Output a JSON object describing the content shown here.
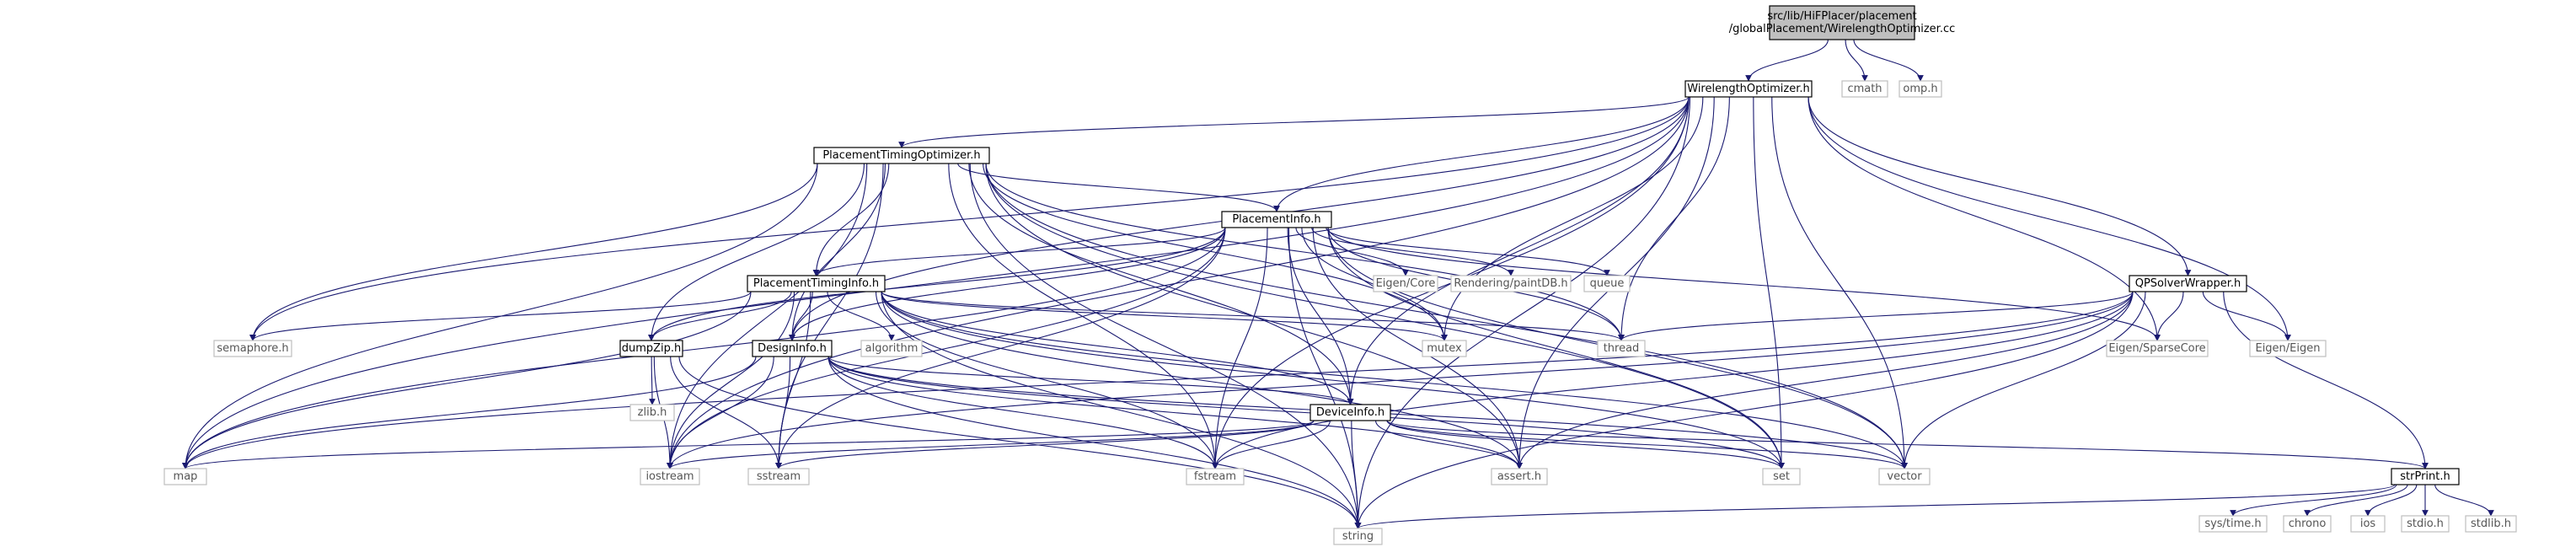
{
  "graph": {
    "colors": {
      "edge": "#191970",
      "root_fill": "#bfbfbf",
      "root_stroke": "#000000",
      "internal_stroke": "#000000",
      "external_stroke": "#bfbfbf",
      "external_text": "#555555",
      "internal_text": "#000000"
    },
    "nodes": [
      {
        "id": "root",
        "kind": "root",
        "lines": [
          "src/lib/HiFPlacer/placement",
          "/globalPlacement/WirelengthOptimizer.cc"
        ]
      },
      {
        "id": "wlo",
        "kind": "internal",
        "lines": [
          "WirelengthOptimizer.h"
        ]
      },
      {
        "id": "cmath",
        "kind": "external",
        "lines": [
          "cmath"
        ]
      },
      {
        "id": "omp",
        "kind": "external",
        "lines": [
          "omp.h"
        ]
      },
      {
        "id": "pto",
        "kind": "internal",
        "lines": [
          "PlacementTimingOptimizer.h"
        ]
      },
      {
        "id": "pi",
        "kind": "internal",
        "lines": [
          "PlacementInfo.h"
        ]
      },
      {
        "id": "qps",
        "kind": "internal",
        "lines": [
          "QPSolverWrapper.h"
        ]
      },
      {
        "id": "pti",
        "kind": "internal",
        "lines": [
          "PlacementTimingInfo.h"
        ]
      },
      {
        "id": "eigencore",
        "kind": "external",
        "lines": [
          "Eigen/Core"
        ]
      },
      {
        "id": "paintdb",
        "kind": "external",
        "lines": [
          "Rendering/paintDB.h"
        ]
      },
      {
        "id": "queue",
        "kind": "external",
        "lines": [
          "queue"
        ]
      },
      {
        "id": "semaphore",
        "kind": "external",
        "lines": [
          "semaphore.h"
        ]
      },
      {
        "id": "dumpzip",
        "kind": "internal",
        "lines": [
          "dumpZip.h"
        ]
      },
      {
        "id": "designinfo",
        "kind": "internal",
        "lines": [
          "DesignInfo.h"
        ]
      },
      {
        "id": "algorithm",
        "kind": "external",
        "lines": [
          "algorithm"
        ]
      },
      {
        "id": "mutex",
        "kind": "external",
        "lines": [
          "mutex"
        ]
      },
      {
        "id": "thread",
        "kind": "external",
        "lines": [
          "thread"
        ]
      },
      {
        "id": "eigensparse",
        "kind": "external",
        "lines": [
          "Eigen/SparseCore"
        ]
      },
      {
        "id": "eigeneigen",
        "kind": "external",
        "lines": [
          "Eigen/Eigen"
        ]
      },
      {
        "id": "zlib",
        "kind": "external",
        "lines": [
          "zlib.h"
        ]
      },
      {
        "id": "deviceinfo",
        "kind": "internal",
        "lines": [
          "DeviceInfo.h"
        ]
      },
      {
        "id": "map",
        "kind": "external",
        "lines": [
          "map"
        ]
      },
      {
        "id": "iostream",
        "kind": "external",
        "lines": [
          "iostream"
        ]
      },
      {
        "id": "sstream",
        "kind": "external",
        "lines": [
          "sstream"
        ]
      },
      {
        "id": "fstream",
        "kind": "external",
        "lines": [
          "fstream"
        ]
      },
      {
        "id": "assert",
        "kind": "external",
        "lines": [
          "assert.h"
        ]
      },
      {
        "id": "set",
        "kind": "external",
        "lines": [
          "set"
        ]
      },
      {
        "id": "vector",
        "kind": "external",
        "lines": [
          "vector"
        ]
      },
      {
        "id": "strprint",
        "kind": "internal",
        "lines": [
          "strPrint.h"
        ]
      },
      {
        "id": "string",
        "kind": "external",
        "lines": [
          "string"
        ]
      },
      {
        "id": "systime",
        "kind": "external",
        "lines": [
          "sys/time.h"
        ]
      },
      {
        "id": "chrono",
        "kind": "external",
        "lines": [
          "chrono"
        ]
      },
      {
        "id": "ios",
        "kind": "external",
        "lines": [
          "ios"
        ]
      },
      {
        "id": "stdio",
        "kind": "external",
        "lines": [
          "stdio.h"
        ]
      },
      {
        "id": "stdlib",
        "kind": "external",
        "lines": [
          "stdlib.h"
        ]
      }
    ],
    "edges": [
      [
        "root",
        "wlo"
      ],
      [
        "root",
        "cmath"
      ],
      [
        "root",
        "omp"
      ],
      [
        "wlo",
        "pto"
      ],
      [
        "wlo",
        "pi"
      ],
      [
        "wlo",
        "qps"
      ],
      [
        "wlo",
        "map"
      ],
      [
        "wlo",
        "iostream"
      ],
      [
        "wlo",
        "designinfo"
      ],
      [
        "wlo",
        "fstream"
      ],
      [
        "wlo",
        "thread"
      ],
      [
        "wlo",
        "mutex"
      ],
      [
        "wlo",
        "assert"
      ],
      [
        "wlo",
        "set"
      ],
      [
        "wlo",
        "vector"
      ],
      [
        "wlo",
        "string"
      ],
      [
        "wlo",
        "eigensparse"
      ],
      [
        "wlo",
        "eigeneigen"
      ],
      [
        "wlo",
        "deviceinfo"
      ],
      [
        "wlo",
        "semaphore"
      ],
      [
        "pto",
        "pi"
      ],
      [
        "pto",
        "pti"
      ],
      [
        "pto",
        "semaphore"
      ],
      [
        "pto",
        "dumpzip"
      ],
      [
        "pto",
        "designinfo"
      ],
      [
        "pto",
        "deviceinfo"
      ],
      [
        "pto",
        "mutex"
      ],
      [
        "pto",
        "thread"
      ],
      [
        "pto",
        "map"
      ],
      [
        "pto",
        "iostream"
      ],
      [
        "pto",
        "sstream"
      ],
      [
        "pto",
        "fstream"
      ],
      [
        "pto",
        "assert"
      ],
      [
        "pto",
        "set"
      ],
      [
        "pto",
        "vector"
      ],
      [
        "pto",
        "string"
      ],
      [
        "pi",
        "pti"
      ],
      [
        "pi",
        "eigencore"
      ],
      [
        "pi",
        "paintdb"
      ],
      [
        "pi",
        "queue"
      ],
      [
        "pi",
        "thread"
      ],
      [
        "pi",
        "mutex"
      ],
      [
        "pi",
        "designinfo"
      ],
      [
        "pi",
        "deviceinfo"
      ],
      [
        "pi",
        "dumpzip"
      ],
      [
        "pi",
        "eigensparse"
      ],
      [
        "pi",
        "map"
      ],
      [
        "pi",
        "iostream"
      ],
      [
        "pi",
        "sstream"
      ],
      [
        "pi",
        "fstream"
      ],
      [
        "pi",
        "assert"
      ],
      [
        "pi",
        "set"
      ],
      [
        "pi",
        "vector"
      ],
      [
        "pi",
        "string"
      ],
      [
        "pti",
        "semaphore"
      ],
      [
        "pti",
        "dumpzip"
      ],
      [
        "pti",
        "designinfo"
      ],
      [
        "pti",
        "algorithm"
      ],
      [
        "pti",
        "mutex"
      ],
      [
        "pti",
        "thread"
      ],
      [
        "pti",
        "deviceinfo"
      ],
      [
        "pti",
        "map"
      ],
      [
        "pti",
        "iostream"
      ],
      [
        "pti",
        "sstream"
      ],
      [
        "pti",
        "fstream"
      ],
      [
        "pti",
        "assert"
      ],
      [
        "pti",
        "set"
      ],
      [
        "pti",
        "vector"
      ],
      [
        "pti",
        "string"
      ],
      [
        "qps",
        "thread"
      ],
      [
        "qps",
        "eigensparse"
      ],
      [
        "qps",
        "eigeneigen"
      ],
      [
        "qps",
        "strprint"
      ],
      [
        "qps",
        "iostream"
      ],
      [
        "qps",
        "fstream"
      ],
      [
        "qps",
        "assert"
      ],
      [
        "qps",
        "vector"
      ],
      [
        "qps",
        "string"
      ],
      [
        "qps",
        "map"
      ],
      [
        "dumpzip",
        "zlib"
      ],
      [
        "dumpzip",
        "iostream"
      ],
      [
        "dumpzip",
        "sstream"
      ],
      [
        "dumpzip",
        "string"
      ],
      [
        "designinfo",
        "deviceinfo"
      ],
      [
        "designinfo",
        "map"
      ],
      [
        "designinfo",
        "iostream"
      ],
      [
        "designinfo",
        "sstream"
      ],
      [
        "designinfo",
        "fstream"
      ],
      [
        "designinfo",
        "assert"
      ],
      [
        "designinfo",
        "set"
      ],
      [
        "designinfo",
        "vector"
      ],
      [
        "designinfo",
        "string"
      ],
      [
        "deviceinfo",
        "map"
      ],
      [
        "deviceinfo",
        "iostream"
      ],
      [
        "deviceinfo",
        "sstream"
      ],
      [
        "deviceinfo",
        "fstream"
      ],
      [
        "deviceinfo",
        "assert"
      ],
      [
        "deviceinfo",
        "set"
      ],
      [
        "deviceinfo",
        "vector"
      ],
      [
        "deviceinfo",
        "string"
      ],
      [
        "deviceinfo",
        "strprint"
      ],
      [
        "strprint",
        "systime"
      ],
      [
        "strprint",
        "chrono"
      ],
      [
        "strprint",
        "ios"
      ],
      [
        "strprint",
        "stdio"
      ],
      [
        "strprint",
        "stdlib"
      ],
      [
        "strprint",
        "string"
      ]
    ]
  }
}
